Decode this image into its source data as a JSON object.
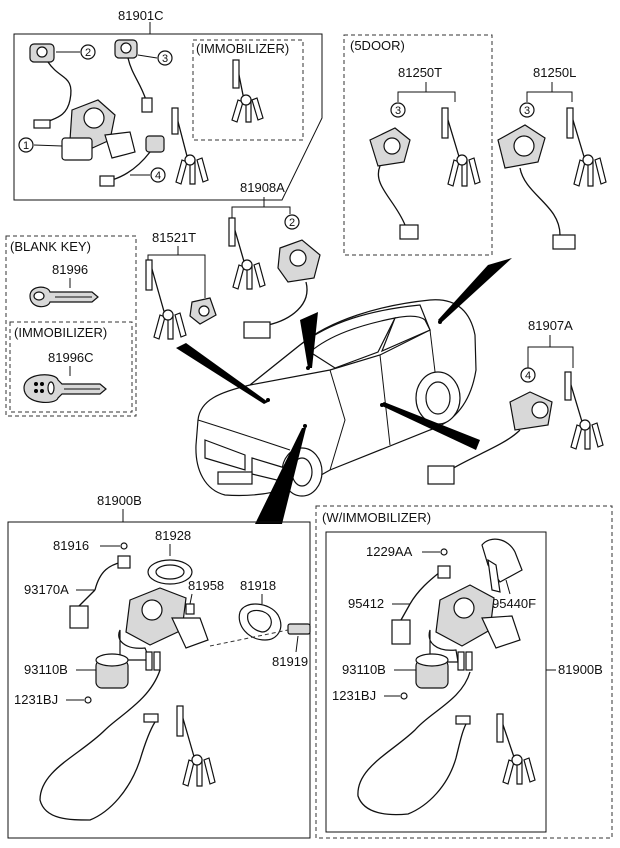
{
  "boxes": {
    "box_81901C": {
      "label": "81901C",
      "sub_label": "(IMMOBILIZER)"
    },
    "box_5door": {
      "label": "(5DOOR)"
    },
    "box_blank_key": {
      "label": "(BLANK KEY)"
    },
    "box_immobilizer_key": {
      "label": "(IMMOBILIZER)"
    },
    "box_81900B_left": {
      "label": "81900B"
    },
    "box_w_immobilizer": {
      "label": "(W/IMMOBILIZER)"
    }
  },
  "parts": {
    "p81901C": "81901C",
    "p81250T": "81250T",
    "p81250L": "81250L",
    "p81908A": "81908A",
    "p81521T": "81521T",
    "p81996": "81996",
    "p81996C": "81996C",
    "p81907A": "81907A",
    "p81900B_top": "81900B",
    "p81916": "81916",
    "p81928": "81928",
    "p93170A": "93170A",
    "p81958": "81958",
    "p81918": "81918",
    "p81919": "81919",
    "p93110B_left": "93110B",
    "p1231BJ_left": "1231BJ",
    "p1229AA": "1229AA",
    "p95412": "95412",
    "p95440F": "95440F",
    "p93110B_right": "93110B",
    "p1231BJ_right": "1231BJ",
    "p81900B_right": "81900B"
  },
  "callouts": {
    "c1": "1",
    "c2a": "2",
    "c3a": "3",
    "c4a": "4",
    "c2b": "2",
    "c3b": "3",
    "c3c": "3",
    "c4b": "4"
  },
  "icons": [
    "lock-cylinder-icon",
    "key-icon",
    "key-ring-icon",
    "connector-icon",
    "car-sedan-icon",
    "ignition-switch-icon",
    "bracket-icon"
  ]
}
